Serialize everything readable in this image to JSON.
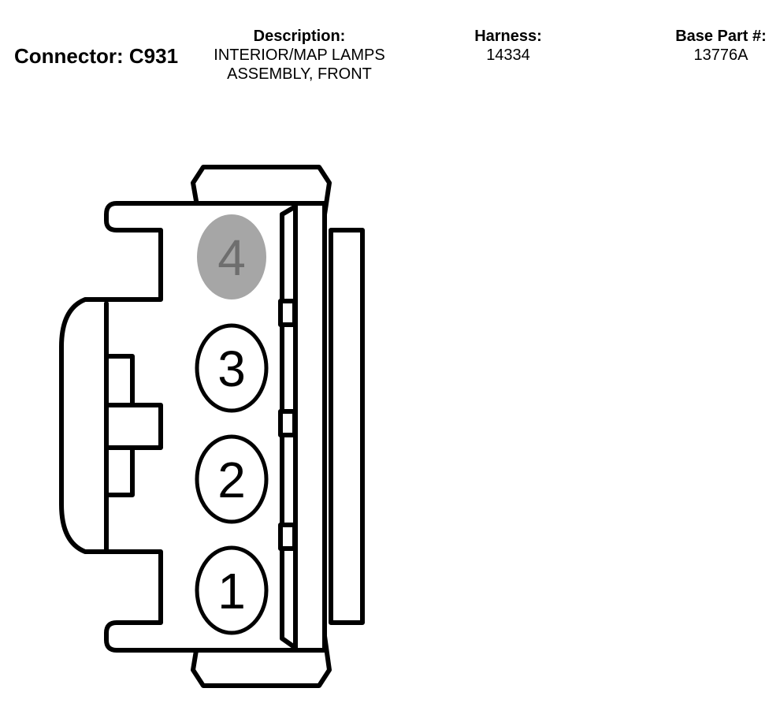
{
  "header": {
    "connector_label": "Connector:",
    "connector_id": "C931",
    "description_label": "Description:",
    "description_line1": "INTERIOR/MAP LAMPS",
    "description_line2": "ASSEMBLY, FRONT",
    "harness_label": "Harness:",
    "harness_value": "14334",
    "base_part_label": "Base Part #:",
    "base_part_value": "13776A"
  },
  "connector": {
    "pins": [
      {
        "number": "4",
        "state": "unused"
      },
      {
        "number": "3",
        "state": "used"
      },
      {
        "number": "2",
        "state": "used"
      },
      {
        "number": "1",
        "state": "used"
      }
    ],
    "colors": {
      "outline": "#000000",
      "unused_fill": "#a6a6a6",
      "unused_text": "#6e6e6e",
      "used_fill": "#ffffff"
    }
  }
}
